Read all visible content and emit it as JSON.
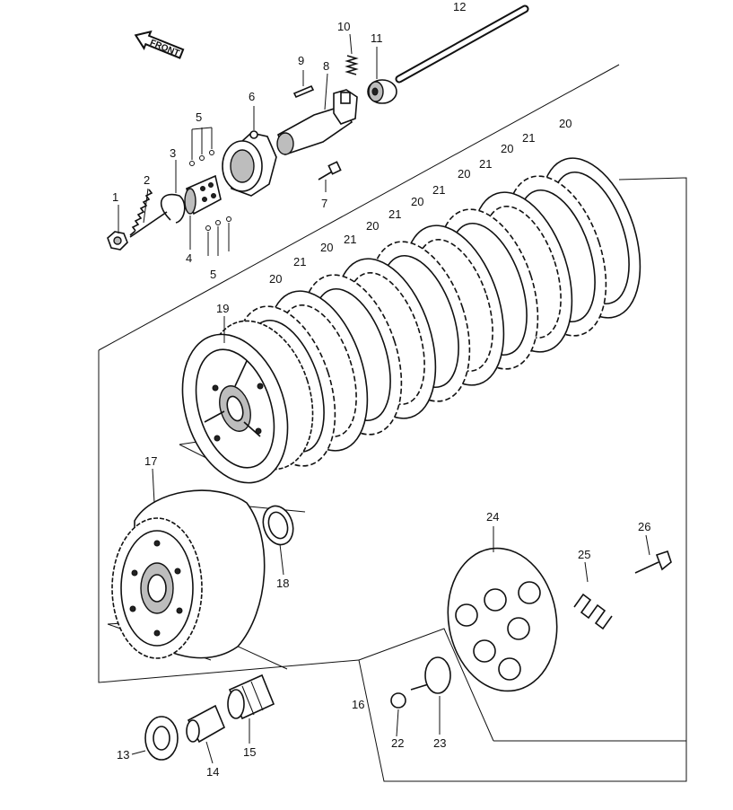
{
  "direction_label": "FRONT",
  "callouts": {
    "c1": "1",
    "c2": "2",
    "c3": "3",
    "c4": "4",
    "c5a": "5",
    "c5b": "5",
    "c6": "6",
    "c7": "7",
    "c8": "8",
    "c9": "9",
    "c10": "10",
    "c11": "11",
    "c12": "12",
    "c13": "13",
    "c14": "14",
    "c15": "15",
    "c16": "16",
    "c17": "17",
    "c18": "18",
    "c19": "19",
    "c20a": "20",
    "c20b": "20",
    "c20c": "20",
    "c20d": "20",
    "c20e": "20",
    "c20f": "20",
    "c20g": "20",
    "c21a": "21",
    "c21b": "21",
    "c21c": "21",
    "c21d": "21",
    "c21e": "21",
    "c21f": "21",
    "c22": "22",
    "c23": "23",
    "c24": "24",
    "c25": "25",
    "c26": "26"
  }
}
